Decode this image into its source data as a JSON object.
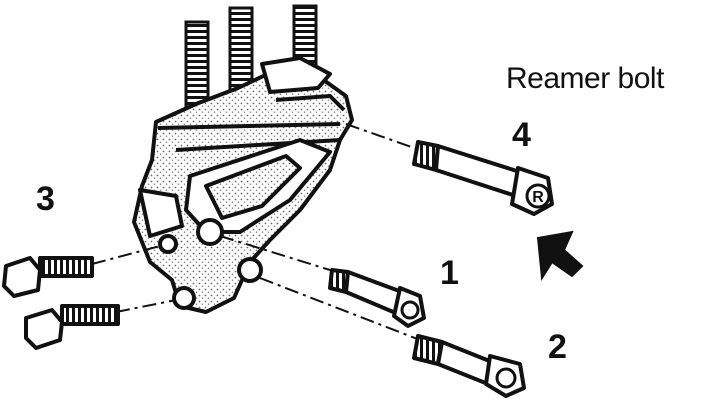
{
  "diagram": {
    "title": "Reamer bolt",
    "bolt_mark": "R",
    "labels": {
      "bolt_1": "1",
      "bolt_2": "2",
      "bolt_3": "3",
      "bolt_4": "4"
    },
    "colors": {
      "ink": "#111111",
      "paper": "#ffffff",
      "shade": "#9a9a9a"
    }
  }
}
